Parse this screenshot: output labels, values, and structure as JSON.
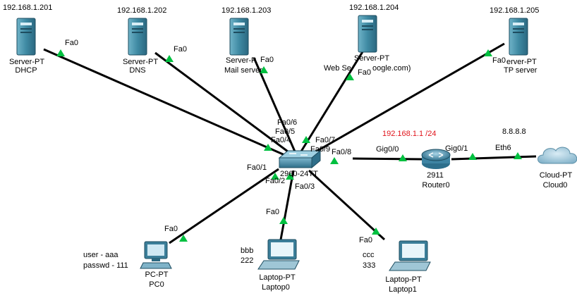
{
  "devices": {
    "srv_dhcp": {
      "ip": "192.168.1.201",
      "model": "Server-PT",
      "name": "DHCP"
    },
    "srv_dns": {
      "ip": "192.168.1.202",
      "model": "Server-PT",
      "name": "DNS"
    },
    "srv_mail": {
      "ip": "192.168.1.203",
      "model": "Server-P",
      "name": "Mail server"
    },
    "srv_web": {
      "ip": "192.168.1.204",
      "model": "Server-PT",
      "name": "Web Se",
      "name_suffix": "oogle.com)"
    },
    "srv_ftp": {
      "ip": "192.168.1.205",
      "model": "erver-PT",
      "name": "TP server"
    },
    "switch": {
      "label": "2960-24TT"
    },
    "router": {
      "ip": "192.168.1.1 /24",
      "model": "2911",
      "name": "Router0"
    },
    "cloud": {
      "ip": "8.8.8.8",
      "model": "Cloud-PT",
      "name": "Cloud0"
    },
    "pc0": {
      "model": "PC-PT",
      "name": "PC0",
      "note1": "user - aaa",
      "note2": "passwd - 111"
    },
    "laptop0": {
      "model": "Laptop-PT",
      "name": "Laptop0",
      "note1": "bbb",
      "note2": "222"
    },
    "laptop1": {
      "model": "Laptop-PT",
      "name": "Laptop1",
      "note1": "ccc",
      "note2": "333"
    }
  },
  "ports": {
    "dhcp_fa0": "Fa0",
    "dns_fa0": "Fa0",
    "mail_fa0": "Fa0",
    "web_fa0": "Fa0",
    "ftp_fa0": "Fa0",
    "sw_fa06": "Fa0/6",
    "sw_fa05": "Fa0/5",
    "sw_fa04": "Fa0/4",
    "sw_fa07": "Fa0/7",
    "sw_fa09": "Fa0/9",
    "sw_fa08": "Fa0/8",
    "sw_fa01": "Fa0/1",
    "sw_fa02": "Fa0/2",
    "sw_fa03": "Fa0/3",
    "pc0_fa0": "Fa0",
    "lap0_fa0": "Fa0",
    "lap1_fa0": "Fa0",
    "router_gig00": "Gig0/0",
    "router_gig01": "Gig0/1",
    "cloud_eth6": "Eth6"
  },
  "colors": {
    "link": "#000000",
    "link_light": "#00c040",
    "server_body": "#4a90a8",
    "red_ip": "#e0141b"
  }
}
